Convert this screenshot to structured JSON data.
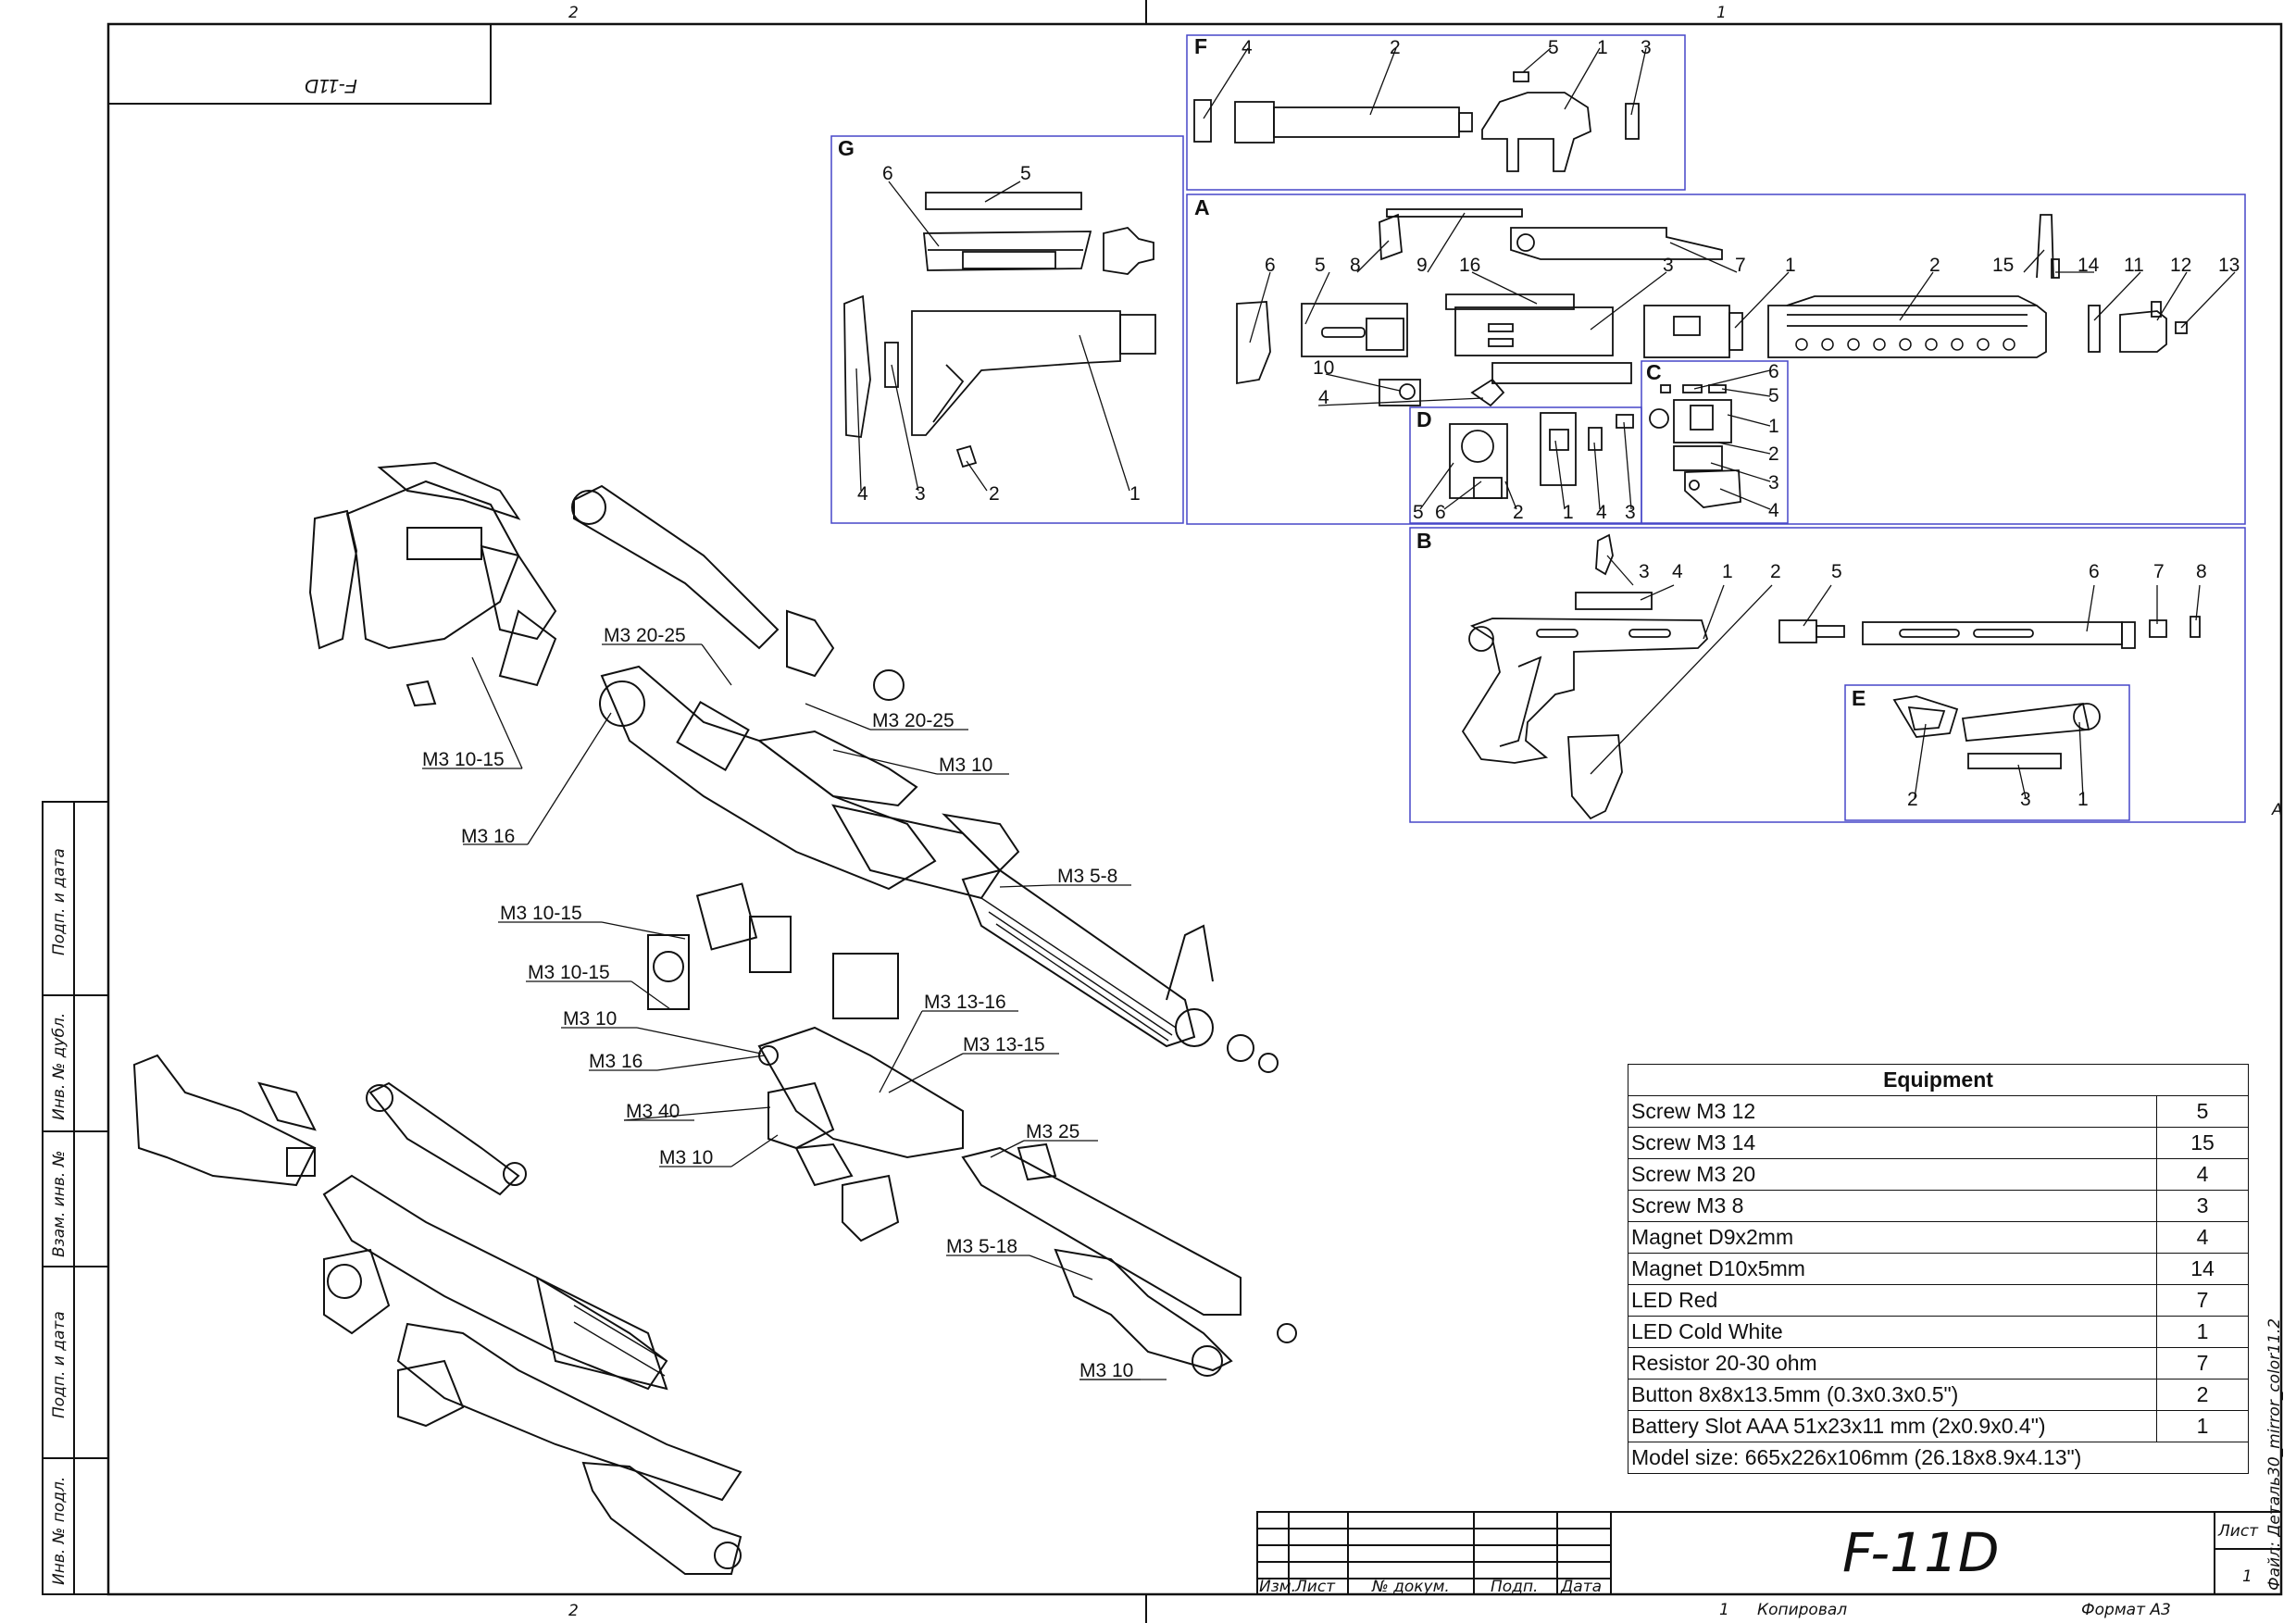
{
  "drawing": {
    "title": "F-11D",
    "mirrored_title": "F-11D",
    "sheet_label": "Лист",
    "sheet_number": "1",
    "zone_top_left": "2",
    "zone_top_right": "1",
    "zone_bottom_left": "2",
    "zone_bottom_right": "1",
    "zone_right": "A",
    "copied_label": "Копировал",
    "format_label": "Формат А3",
    "file_label": "Файл: Деталь30_mirror_color11.2",
    "stamp_headers": [
      "Изм.",
      "Лист",
      "№ докум.",
      "Подп.",
      "Дата"
    ],
    "side_stamp": [
      "Подп. и дата",
      "Инв. № дубл.",
      "Взам. инв. №",
      "Подп. и дата",
      "Инв. № подл."
    ]
  },
  "groups": {
    "F": {
      "label": "F",
      "parts": [
        "4",
        "2",
        "5",
        "1",
        "3"
      ]
    },
    "G": {
      "label": "G",
      "parts": [
        "6",
        "5",
        "4",
        "3",
        "2",
        "1"
      ]
    },
    "A": {
      "label": "A",
      "parts": [
        "6",
        "5",
        "8",
        "9",
        "16",
        "3",
        "7",
        "1",
        "2",
        "15",
        "14",
        "11",
        "12",
        "13",
        "10",
        "4"
      ]
    },
    "D": {
      "label": "D",
      "parts": [
        "5",
        "6",
        "2",
        "1",
        "4",
        "3"
      ]
    },
    "C": {
      "label": "C",
      "parts": [
        "6",
        "5",
        "1",
        "2",
        "3",
        "4"
      ]
    },
    "B": {
      "label": "B",
      "parts": [
        "3",
        "4",
        "1",
        "2",
        "5",
        "6",
        "7",
        "8"
      ]
    },
    "E": {
      "label": "E",
      "parts": [
        "2",
        "3",
        "1"
      ]
    }
  },
  "screw_callouts": [
    "M3 20-25",
    "M3 20-25",
    "M3 10",
    "M3 10-15",
    "M3 16",
    "M3 5-8",
    "M3 10-15",
    "M3 10-15",
    "M3 13-16",
    "M3 10",
    "M3 13-15",
    "M3 16",
    "M3 40",
    "M3 25",
    "M3 10",
    "M3 5-18",
    "M3 10"
  ],
  "equipment": {
    "header": "Equipment",
    "rows": [
      {
        "name": "Screw M3 12",
        "qty": "5"
      },
      {
        "name": "Screw M3 14",
        "qty": "15"
      },
      {
        "name": "Screw M3 20",
        "qty": "4"
      },
      {
        "name": "Screw M3 8",
        "qty": "3"
      },
      {
        "name": "Magnet D9x2mm",
        "qty": "4"
      },
      {
        "name": "Magnet D10x5mm",
        "qty": "14"
      },
      {
        "name": "LED Red",
        "qty": "7"
      },
      {
        "name": "LED Cold White",
        "qty": "1"
      },
      {
        "name": "Resistor 20-30 ohm",
        "qty": "7"
      },
      {
        "name": "Button 8x8x13.5mm (0.3x0.3x0.5\")",
        "qty": "2"
      },
      {
        "name": "Battery Slot AAA 51x23x11 mm (2x0.9x0.4\")",
        "qty": "1"
      }
    ],
    "footer": "Model size: 665x226x106mm (26.18x8.9x4.13\")"
  }
}
